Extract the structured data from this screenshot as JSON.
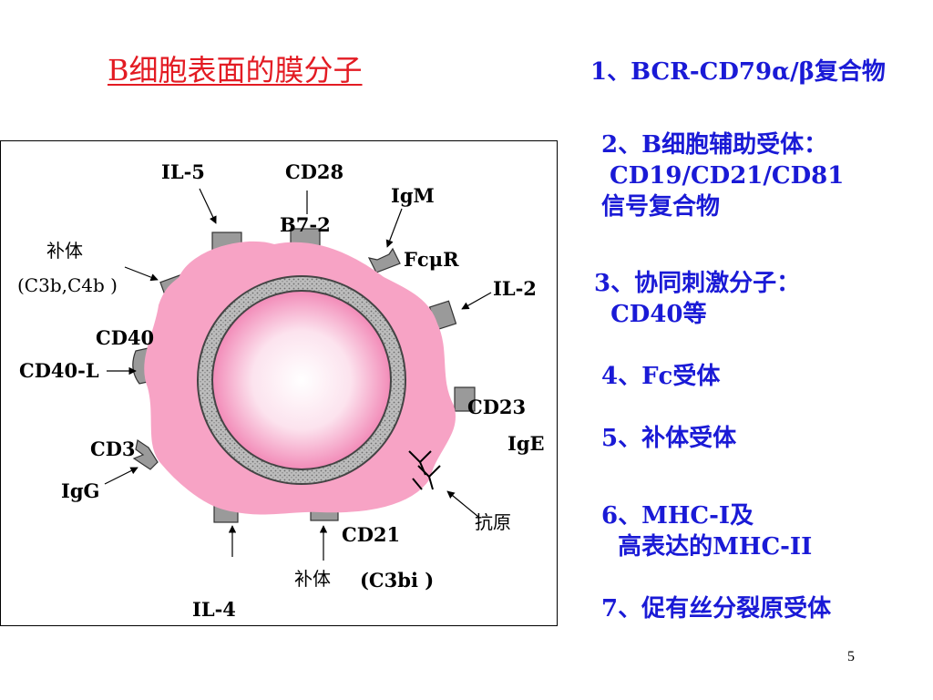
{
  "slide": {
    "title": "B细胞表面的膜分子",
    "page_number": "5"
  },
  "list": [
    {
      "lines": [
        "1、BCR-CD79α/β复合物"
      ]
    },
    {
      "lines": [
        "2、B细胞辅助受体：",
        " CD19/CD21/CD81",
        "信号复合物"
      ]
    },
    {
      "lines": [
        "3、协同刺激分子：",
        "  CD40等"
      ]
    },
    {
      "lines": [
        "4、Fc受体"
      ]
    },
    {
      "lines": [
        "5、补体受体"
      ]
    },
    {
      "lines": [
        "6、MHC-I及",
        "  高表达的MHC-II"
      ]
    },
    {
      "lines": [
        "7、促有丝分裂原受体"
      ]
    }
  ],
  "diagram": {
    "colors": {
      "cell": "#f7a3c5",
      "nucleus_ring": "#8c8c8c",
      "receptor": "#9a9a9a",
      "label": "#000000"
    },
    "labels": {
      "il5": "IL-5",
      "cd28": "CD28",
      "igm": "IgM",
      "b72": "B7-2",
      "complement_top": "补体",
      "c3b_c4b": "(C3b,C4b )",
      "fcmr": "FcμR",
      "il2": "IL-2",
      "cd40": "CD40",
      "cd40l": "CD40-L",
      "cd23": "CD23",
      "cd3": "CD3",
      "ige": "IgE",
      "igg": "IgG",
      "antigen": "抗原",
      "cd21": "CD21",
      "complement_bottom": "补体",
      "c3bi": "(C3bi )",
      "il4": "IL-4"
    }
  }
}
